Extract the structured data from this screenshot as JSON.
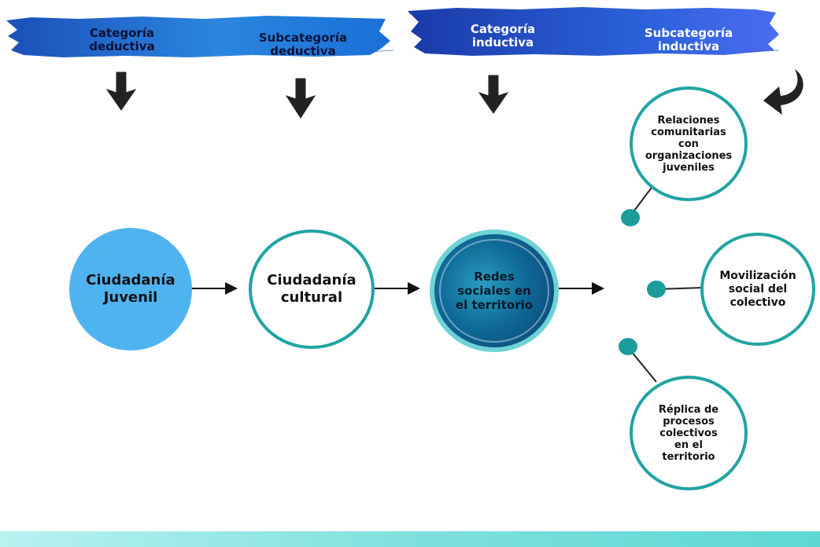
{
  "headers": {
    "deductive_category": "Categoría\ndeductiva",
    "deductive_subcategory": "Subcategoría\ndeductiva",
    "inductive_category": "Categoría\ninductiva",
    "inductive_subcategory": "Subcategoría\ninductiva"
  },
  "nodes": {
    "ciudadania_juvenil": "Ciudadanía\nJuvenil",
    "ciudadania_cultural": "Ciudadanía\ncultural",
    "redes_sociales": "Redes\nsociales en\nel territorio",
    "relaciones": "Relaciones\ncomunitarias\ncon\norganizaciones\njuveniles",
    "movilizacion": "Movilización\nsocial del\ncolectivo",
    "replica": "Réplica de\nprocesos\ncolectivos\nen el\nterritorio"
  },
  "colors": {
    "banner_blue": "#1f5fc9",
    "solid_circle": "#4fb3f0",
    "ring_teal": "#22a3a3",
    "dot_teal": "#1c9c9a",
    "footer": "#7fe0de"
  }
}
